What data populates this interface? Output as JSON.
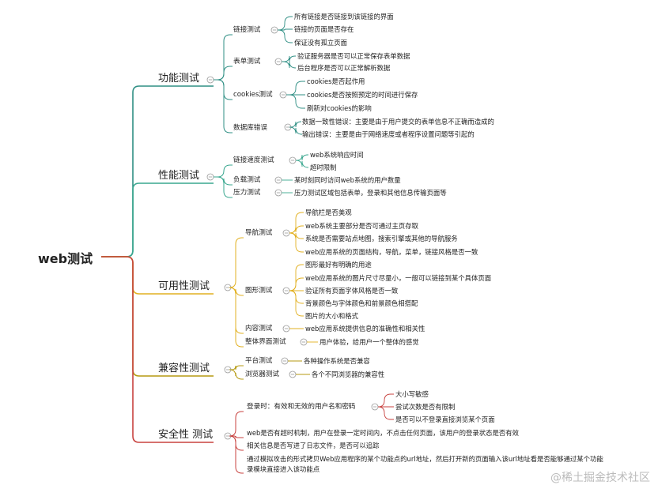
{
  "root": "web测试",
  "colors": {
    "functional": "#2f8f84",
    "performance": "#3aa78f",
    "usability": "#e2b020",
    "compatibility": "#b59a10",
    "security": "#c8423f",
    "toggle": "#999999"
  },
  "functional": {
    "title": "功能测试",
    "links": {
      "label": "链接测试",
      "items": [
        "所有链接是否链接到该链接的界面",
        "链接的页面是否存在",
        "保证没有孤立页面"
      ]
    },
    "forms": {
      "label": "表单测试",
      "items": [
        "验证服务器是否可以正常保存表单数据",
        "后台程序是否可以正常解析数据"
      ]
    },
    "cookies": {
      "label": "cookies测试",
      "items": [
        "cookies是否起作用",
        "cookies是否按照预定的时间进行保存",
        "刷新对cookies的影响"
      ]
    },
    "db": {
      "label": "数据库错误",
      "items": [
        "数据一致性错误：主要是由于用户提交的表单信息不正确而造成的",
        "输出错误：主要是由于网络速度或者程序设置问题等引起的"
      ]
    }
  },
  "performance": {
    "title": "性能测试",
    "speed": {
      "label": "链接速度测试",
      "items": [
        "web系统响应时间",
        "超时限制"
      ]
    },
    "load": {
      "label": "负载测试",
      "item": "某时刻同时访问web系统的用户数量"
    },
    "stress": {
      "label": "压力测试",
      "item": "压力测试区域包括表单，登录和其他信息传输页面等"
    }
  },
  "usability": {
    "title": "可用性测试",
    "nav": {
      "label": "导航测试",
      "items": [
        "导航栏是否美观",
        "web系统主要部分是否可通过主页存取",
        "系统是否需要站点地图，搜索引擎或其他的导航服务",
        "web应用系统的页面结构，导航，菜单，链接风格是否一致"
      ]
    },
    "graphics": {
      "label": "图形测试",
      "items": [
        "图形最好有明确的用途",
        "web应用系统的图片尺寸尽量小，一般可以链接到某个具体页面",
        "验证所有页面字体风格是否一致",
        "背景颜色与字体颜色和前景颜色相搭配",
        "图片的大小和格式"
      ]
    },
    "content": {
      "label": "内容测试",
      "item": "web应用系统提供信息的准确性和相关性"
    },
    "overall": {
      "label": "整体界面测试",
      "item": "用户体验，给用户一个整体的感觉"
    }
  },
  "compatibility": {
    "title": "兼容性测试",
    "platform": {
      "label": "平台测试",
      "item": "各种操作系统是否兼容"
    },
    "browser": {
      "label": "浏览器测试",
      "item": "各个不同浏览器的兼容性"
    }
  },
  "security": {
    "title": "安全性 测试",
    "login": {
      "label": "登录时：有效和无效的用户名和密码",
      "items": [
        "大小写敏感",
        "尝试次数是否有限制",
        "是否可以不登录直接浏览某个页面"
      ]
    },
    "timeout": "web是否有超时机制，用户在登录一定时间内，不点击任何页面，该用户的登录状态是否有效",
    "logs": "相关信息是否写进了日志文件，是否可以追踪",
    "attack_line1": "通过模拟攻击的形式拷贝Web应用程序的某个功能点的url地址，然后打开新的页面输入该url地址看是否能够通过某个功能",
    "attack_line2": "录模块直接进入该功能点"
  },
  "watermark": "@稀土掘金技术社区"
}
